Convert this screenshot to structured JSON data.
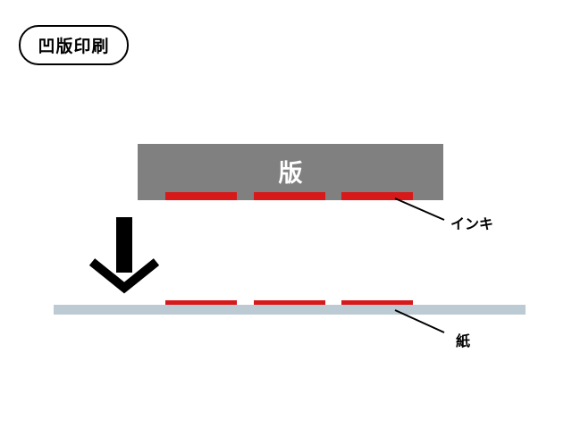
{
  "title": "凹版印刷",
  "plate": {
    "label": "版"
  },
  "labels": {
    "ink": "インキ",
    "paper": "紙"
  },
  "colors": {
    "plate": "#808080",
    "ink": "#d7191a",
    "paper": "#bccad3",
    "arrow": "#000000"
  },
  "icons": {
    "arrow": "arrow-down-icon"
  }
}
